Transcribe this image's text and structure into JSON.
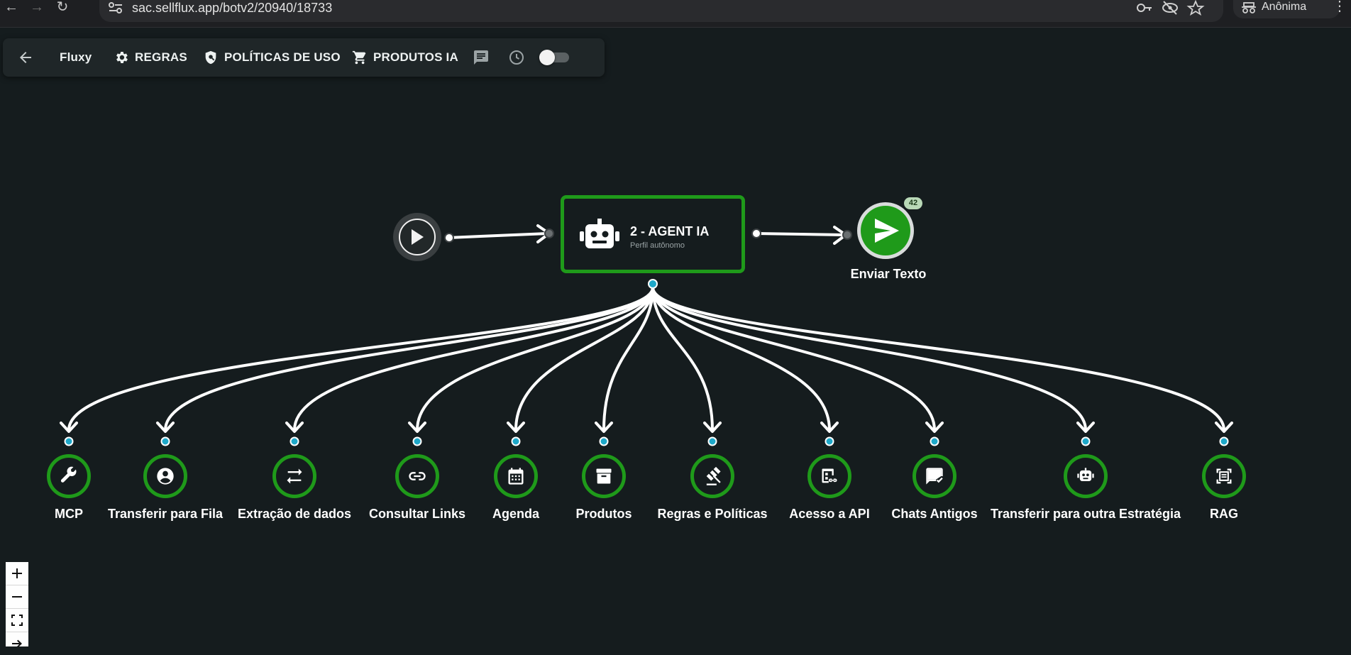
{
  "browser": {
    "url": "sac.sellflux.app/botv2/20940/18733",
    "profile_label": "Anônima"
  },
  "toolbar": {
    "brand": "Fluxy",
    "regras": "REGRAS",
    "politicas": "POLÍTICAS DE USO",
    "produtos": "PRODUTOS IA",
    "toggle_on": false
  },
  "flow": {
    "agent": {
      "title": "2 - AGENT IA",
      "subtitle": "Perfil autônomo"
    },
    "send": {
      "label": "Enviar Texto",
      "badge": "42"
    },
    "tools": [
      {
        "label": "MCP",
        "icon": "wrench-icon"
      },
      {
        "label": "Transferir para Fila",
        "icon": "person-icon"
      },
      {
        "label": "Extração de dados",
        "icon": "swap-arrows-icon"
      },
      {
        "label": "Consultar Links",
        "icon": "link-icon"
      },
      {
        "label": "Agenda",
        "icon": "calendar-icon"
      },
      {
        "label": "Produtos",
        "icon": "archive-box-icon"
      },
      {
        "label": "Regras e Políticas",
        "icon": "gavel-icon"
      },
      {
        "label": "Acesso a API",
        "icon": "api-icon"
      },
      {
        "label": "Chats Antigos",
        "icon": "chat-check-icon"
      },
      {
        "label": "Transferir para outra Estratégia",
        "icon": "robot-icon"
      },
      {
        "label": "RAG",
        "icon": "document-scan-icon"
      }
    ]
  },
  "colors": {
    "background": "#151c1e",
    "accent_green": "#1f9a1a",
    "handle_blue": "#1ea8c9"
  },
  "zoom_controls": [
    "zoom-in",
    "zoom-out",
    "fit-view",
    "lock"
  ]
}
